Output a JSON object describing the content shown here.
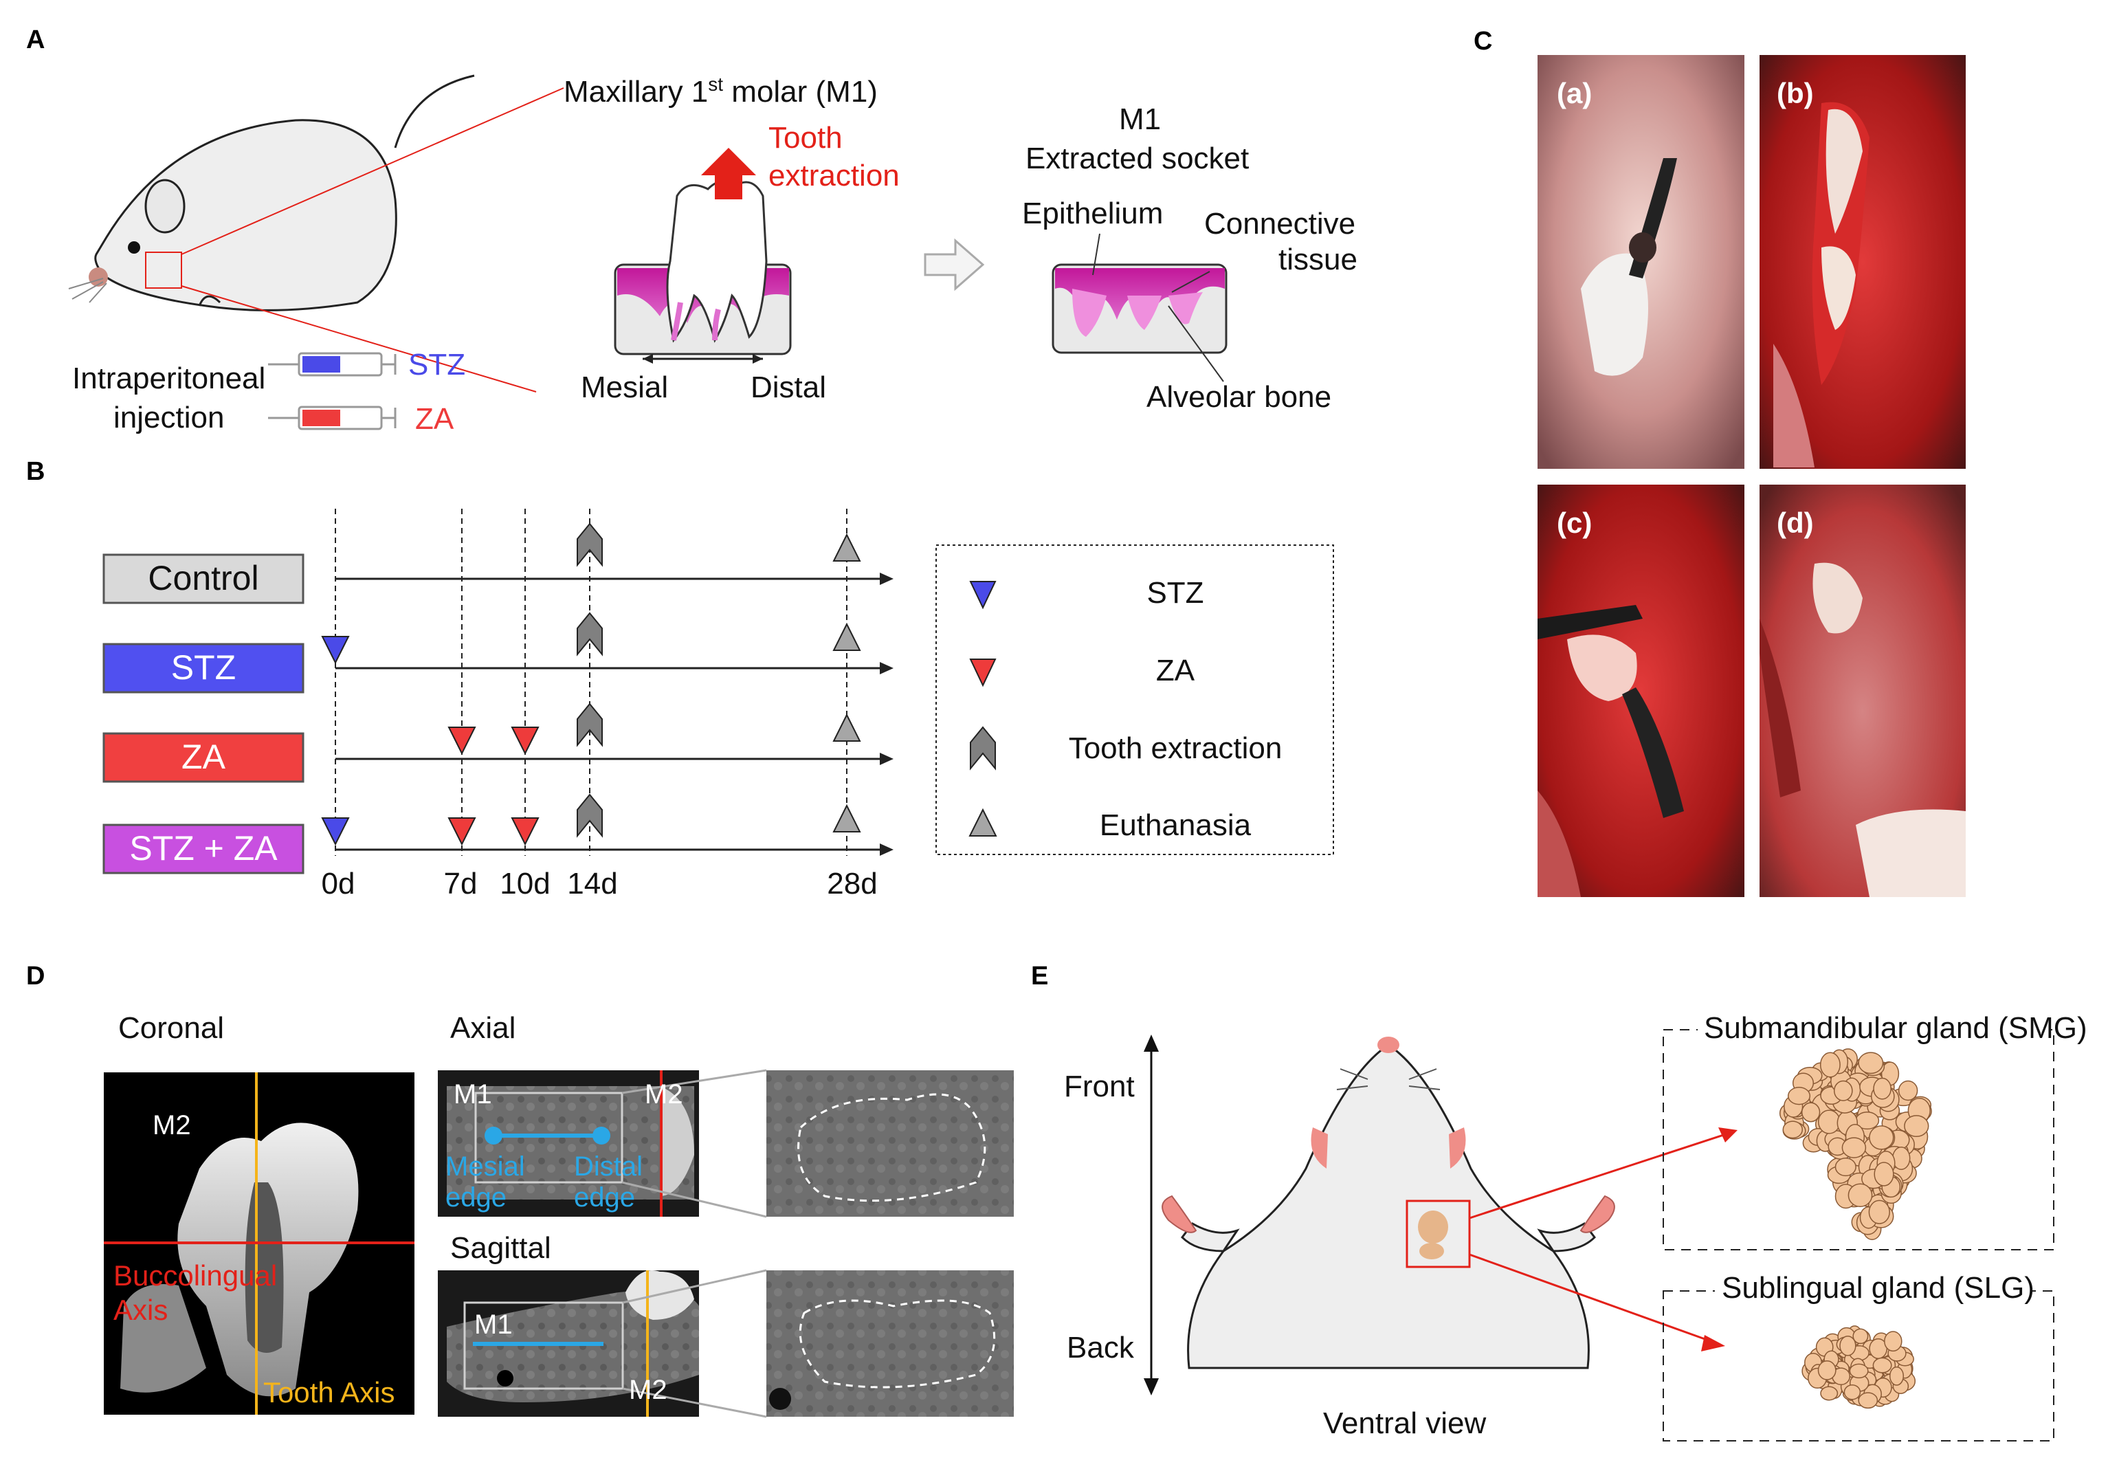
{
  "panels": {
    "a": {
      "letter": "A",
      "molar_title": "Maxillary 1",
      "molar_title_sup": "st",
      "molar_title_rest": " molar (M1)",
      "extraction_line1": "Tooth",
      "extraction_line2": "extraction",
      "mesial": "Mesial",
      "distal": "Distal",
      "socket_line1": "M1",
      "socket_line2": "Extracted socket",
      "epithelium": "Epithelium",
      "connective_line1": "Connective",
      "connective_line2": "tissue",
      "alveolar_bone": "Alveolar bone",
      "injection_line1": "Intraperitoneal",
      "injection_line2": "injection",
      "syringe_stz": "STZ",
      "syringe_za": "ZA"
    },
    "b": {
      "letter": "B",
      "groups": [
        {
          "label": "Control",
          "color": "#d9d9d9",
          "text_color": "#111111"
        },
        {
          "label": "STZ",
          "color": "#5050f0",
          "text_color": "#ffffff"
        },
        {
          "label": "ZA",
          "color": "#f04040",
          "text_color": "#ffffff"
        },
        {
          "label": "STZ + ZA",
          "color": "#c850e0",
          "text_color": "#ffffff"
        }
      ],
      "days": [
        "0d",
        "7d",
        "10d",
        "14d",
        "28d"
      ],
      "legend": [
        {
          "label": "STZ",
          "icon": "blue-triangle-down-icon"
        },
        {
          "label": "ZA",
          "icon": "red-triangle-down-icon"
        },
        {
          "label": "Tooth extraction",
          "icon": "chevron-up-icon"
        },
        {
          "label": "Euthanasia",
          "icon": "gray-triangle-up-icon"
        }
      ],
      "colors": {
        "stz": "#4a4ae8",
        "za": "#ee3b3b",
        "extraction": "#808080",
        "euthanasia": "#a6a6a6"
      }
    },
    "c": {
      "letter": "C",
      "photos": [
        "(a)",
        "(b)",
        "(c)",
        "(d)"
      ]
    },
    "d": {
      "letter": "D",
      "coronal_title": "Coronal",
      "axial_title": "Axial",
      "sagittal_title": "Sagittal",
      "m1": "M1",
      "m2": "M2",
      "buccolingual_line1": "Buccolingual",
      "buccolingual_line2": "Axis",
      "tooth_axis": "Tooth Axis",
      "mesial_edge_line1": "Mesial",
      "mesial_edge_line2": "edge",
      "distal_edge_line1": "Distal",
      "distal_edge_line2": "edge"
    },
    "e": {
      "letter": "E",
      "front": "Front",
      "back": "Back",
      "ventral_view": "Ventral view",
      "smg": "Submandibular gland (SMG)",
      "slg": "Sublingual gland (SLG)"
    }
  }
}
